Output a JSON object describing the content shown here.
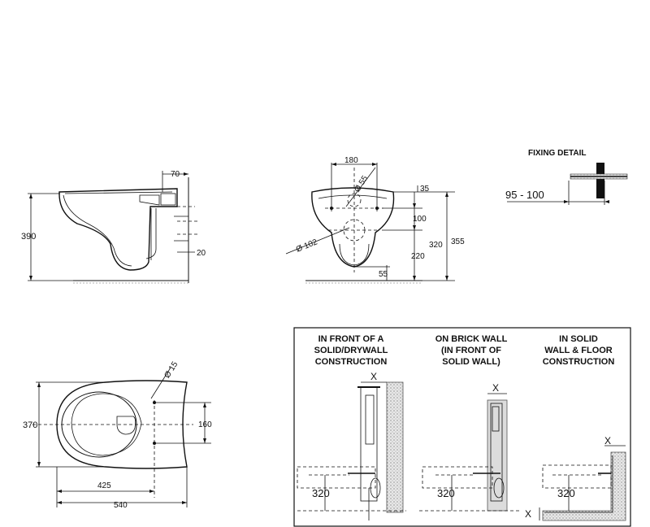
{
  "side_view": {
    "dim_top": "70",
    "dim_height": "390",
    "dim_bottom": "20"
  },
  "front_view": {
    "dim_width": "180",
    "dim_diameter_55": "Ø 55",
    "dim_35": "35",
    "dim_100": "100",
    "dim_320": "320",
    "dim_355": "355",
    "dim_220": "220",
    "dim_diameter_102": "Ø 102",
    "dim_55": "55"
  },
  "fixing_detail": {
    "title": "FIXING DETAIL",
    "range": "95 - 100"
  },
  "top_view": {
    "dim_diameter_15": "Ø 15",
    "dim_370": "370",
    "dim_160": "160",
    "dim_425": "425",
    "dim_540": "540"
  },
  "installation_panel": {
    "col1_title": [
      "IN FRONT OF A",
      "SOLID/DRYWALL",
      "CONSTRUCTION"
    ],
    "col2_title": [
      "ON BRICK WALL",
      "(IN FRONT OF",
      "SOLID WALL)"
    ],
    "col3_title": [
      "IN SOLID",
      "WALL & FLOOR",
      "CONSTRUCTION"
    ],
    "x_label": "X",
    "height_label": "320"
  }
}
